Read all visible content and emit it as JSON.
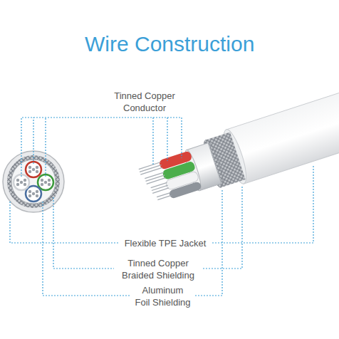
{
  "diagram": {
    "title": "Wire Construction",
    "labels": [
      "Tinned Copper Conductor",
      "Flexible TPE Jacket",
      "Tinned Copper Braided Shielding",
      "Aluminum Foil Shielding"
    ]
  }
}
